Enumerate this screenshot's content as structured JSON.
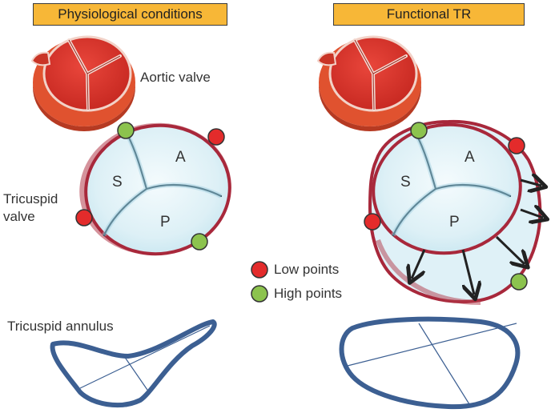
{
  "panels": {
    "left_title": "Physiological conditions",
    "right_title": "Functional TR"
  },
  "labels": {
    "aortic_valve": "Aortic valve",
    "tricuspid_valve_line1": "Tricuspid",
    "tricuspid_valve_line2": "valve",
    "tricuspid_annulus": "Tricuspid annulus"
  },
  "leaflets": {
    "septal": "S",
    "anterior": "A",
    "posterior": "P"
  },
  "legend": {
    "low_points": "Low points",
    "high_points": "High points"
  },
  "colors": {
    "title_fill": "#f7b737",
    "low_point": "#e32b2b",
    "high_point": "#8cc34e",
    "annulus_ring": "#a8283b",
    "annulus_curve": "#3c5f92",
    "aortic_red": "#d8342b"
  }
}
